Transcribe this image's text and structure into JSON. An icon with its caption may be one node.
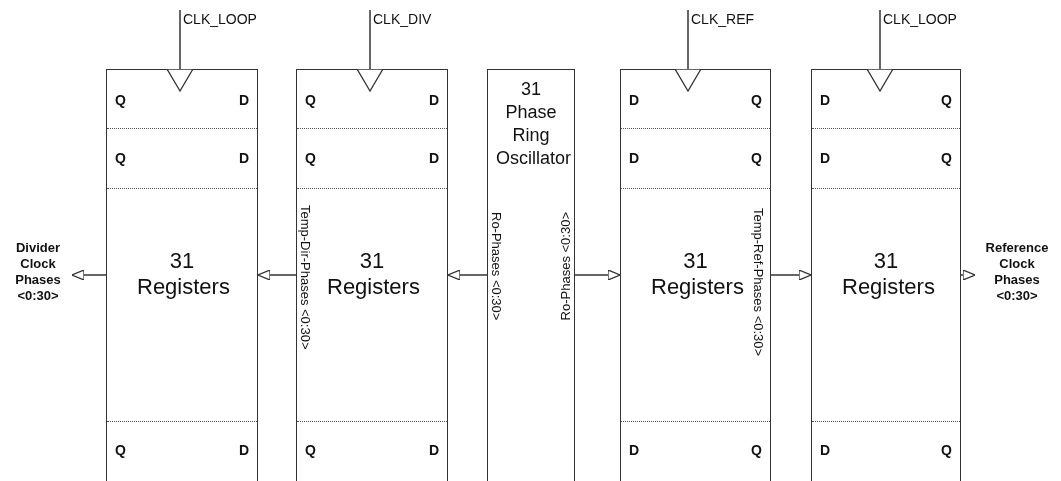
{
  "diagram": {
    "nodes": [
      {
        "text": [
          "Q",
          "D",
          "Q",
          "D",
          "31 Registers",
          "Q",
          "D"
        ]
      },
      {
        "text": [
          "Q",
          "D",
          "Q",
          "D",
          "31 Registers",
          "Q",
          "D"
        ]
      },
      {
        "text": [
          "31 Phase Ring Oscillator"
        ]
      },
      {
        "text": [
          "D",
          "Q",
          "D",
          "Q",
          "31 Registers",
          "D",
          "Q"
        ]
      },
      {
        "text": [
          "D",
          "Q",
          "D",
          "Q",
          "31 Registers",
          "D",
          "Q"
        ]
      },
      {
        "text": [
          "CLK_LOOP"
        ]
      },
      {
        "text": [
          "CLK_DIV"
        ]
      },
      {
        "text": [
          "CLK_REF"
        ]
      },
      {
        "text": [
          "CLK_LOOP"
        ]
      },
      {
        "text": [
          "Divider Clock Phases <0:30>"
        ]
      },
      {
        "text": [
          "Reference Clock Phases <0:30>"
        ]
      }
    ],
    "edges": [
      {
        "from": 5,
        "to": 0,
        "arrow": "to"
      },
      {
        "from": 6,
        "to": 1,
        "arrow": "to"
      },
      {
        "from": 7,
        "to": 3,
        "arrow": "to"
      },
      {
        "from": 8,
        "to": 4,
        "arrow": "to"
      },
      {
        "from": 0,
        "to": 9,
        "arrow": "to"
      },
      {
        "from": 1,
        "to": 0,
        "arrow": "to",
        "label": "Temp-Dir-Phases <0:30>"
      },
      {
        "from": 2,
        "to": 1,
        "arrow": "to",
        "label": "Ro-Phases <0:30>"
      },
      {
        "from": 2,
        "to": 3,
        "arrow": "to",
        "label": "Ro-Phases <0:30>"
      },
      {
        "from": 3,
        "to": 4,
        "arrow": "to",
        "label": "Temp-Ref-Phases <0:30>"
      },
      {
        "from": 4,
        "to": 10,
        "arrow": "to"
      }
    ]
  }
}
